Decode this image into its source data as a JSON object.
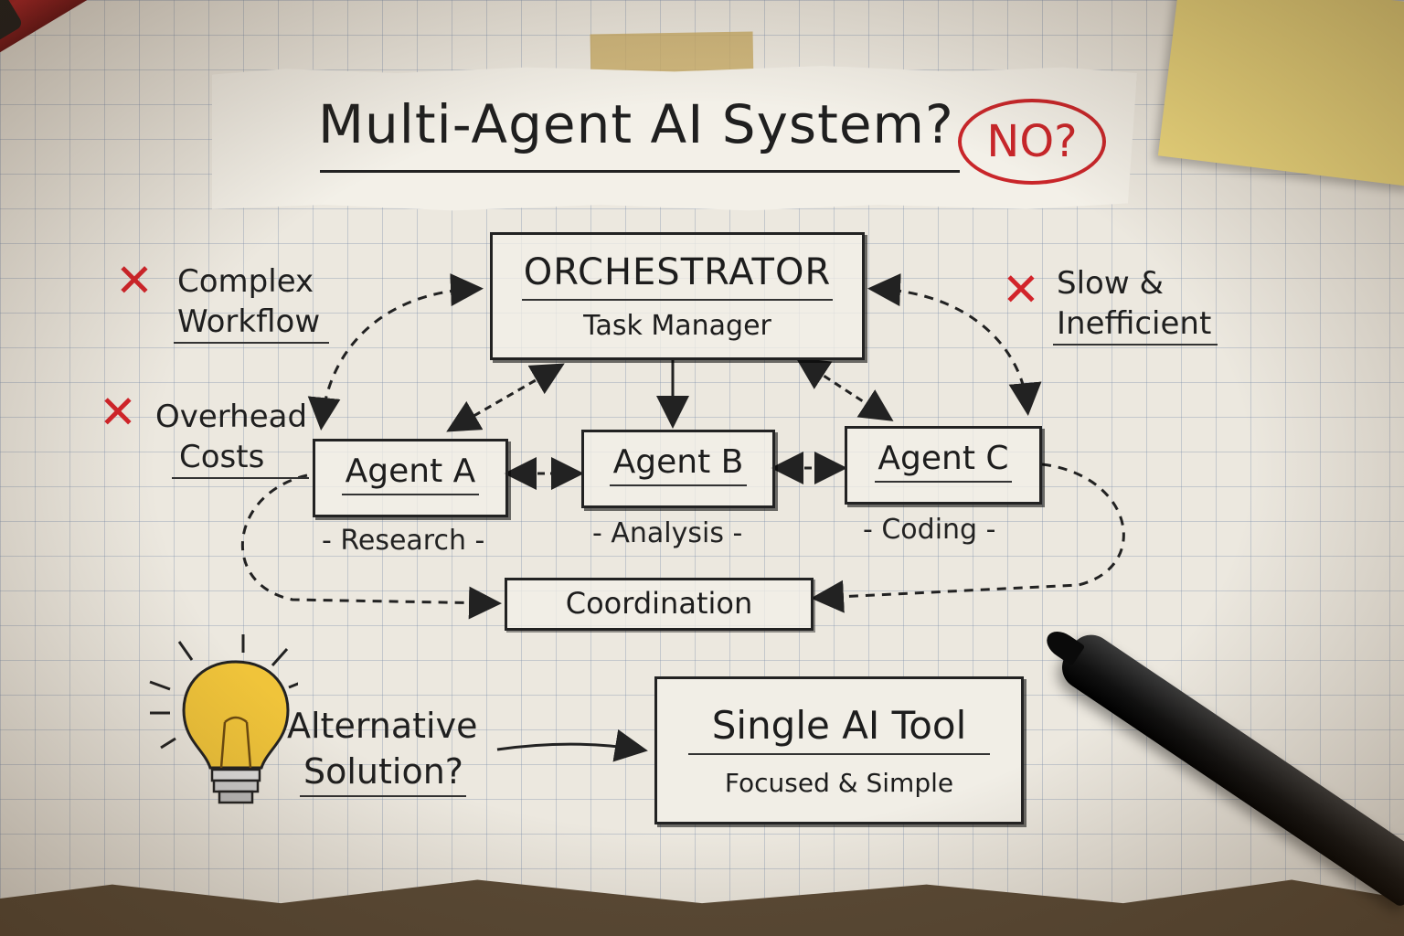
{
  "title": "Multi-Agent AI System?",
  "stamp": "NO?",
  "orchestrator": {
    "title": "ORCHESTRATOR",
    "subtitle": "Task Manager"
  },
  "agents": [
    {
      "name": "Agent A",
      "role": "- Research -"
    },
    {
      "name": "Agent B",
      "role": "- Analysis -"
    },
    {
      "name": "Agent C",
      "role": "- Coding -"
    }
  ],
  "coordination": "Coordination",
  "drawbacks": [
    {
      "line1": "Complex",
      "line2": "Workflow"
    },
    {
      "line1": "Overhead",
      "line2": "Costs"
    },
    {
      "line1": "Slow &",
      "line2": "Inefficient"
    }
  ],
  "alternative": {
    "line1": "Alternative",
    "line2": "Solution?"
  },
  "single_tool": {
    "title": "Single AI Tool",
    "subtitle": "Focused & Simple"
  },
  "colors": {
    "ink": "#1f1f1f",
    "red": "#d2242a",
    "bulb": "#f0c43a"
  },
  "icons": [
    "x-mark-icon",
    "lightbulb-icon",
    "red-pen-icon",
    "black-marker-icon",
    "sticky-note-icon"
  ]
}
